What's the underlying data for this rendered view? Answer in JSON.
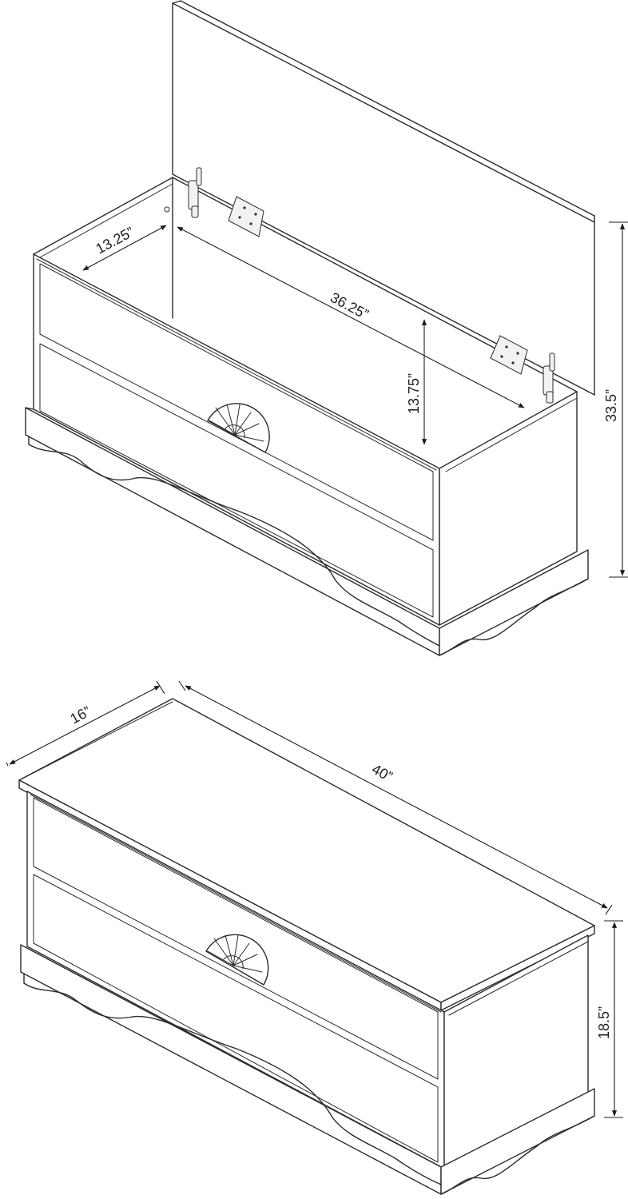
{
  "open_chest": {
    "depth_inner": "13.25”",
    "width_inner": "36.25”",
    "height_inner": "13.75”",
    "height_open": "33.5”"
  },
  "closed_chest": {
    "depth": "16”",
    "width": "40”",
    "height": "18.5”"
  },
  "colors": {
    "line": "#2b2b2b",
    "background": "#ffffff"
  }
}
